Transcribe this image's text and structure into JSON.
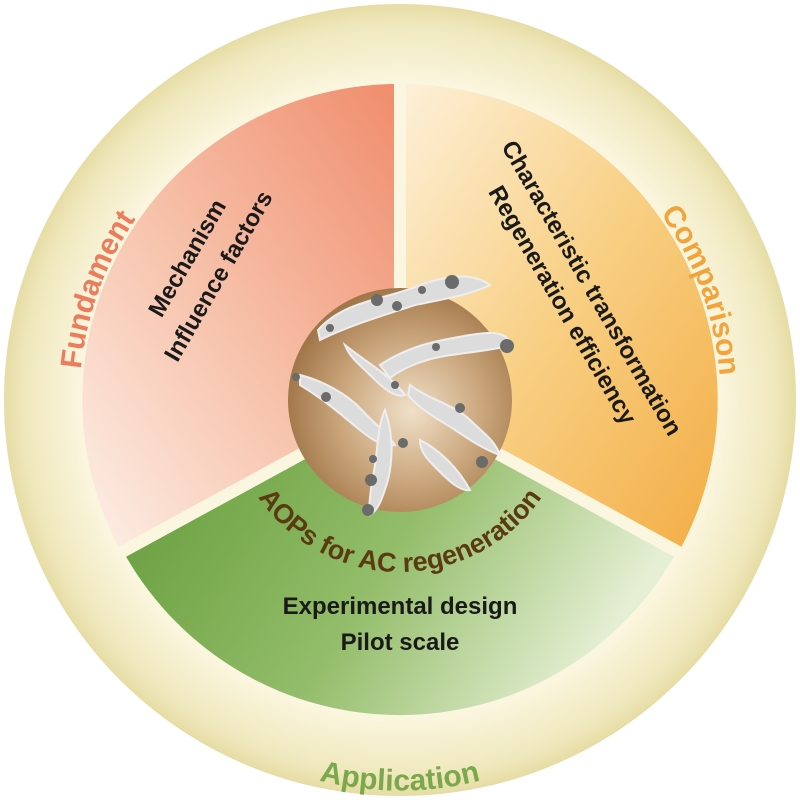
{
  "center": {
    "label": "AOPs for AC regeneration"
  },
  "sectors": {
    "fundament": {
      "title": "Fundament",
      "items": [
        "Mechanism",
        "Influence factors"
      ],
      "color": "#ec7c5c"
    },
    "comparison": {
      "title": "Comparison",
      "items": [
        "Characteristic transformation",
        "Regeneration efficiency"
      ],
      "color": "#f2a33a"
    },
    "application": {
      "title": "Application",
      "items": [
        "Experimental design",
        "Pilot scale"
      ],
      "color": "#7aa84a"
    }
  }
}
